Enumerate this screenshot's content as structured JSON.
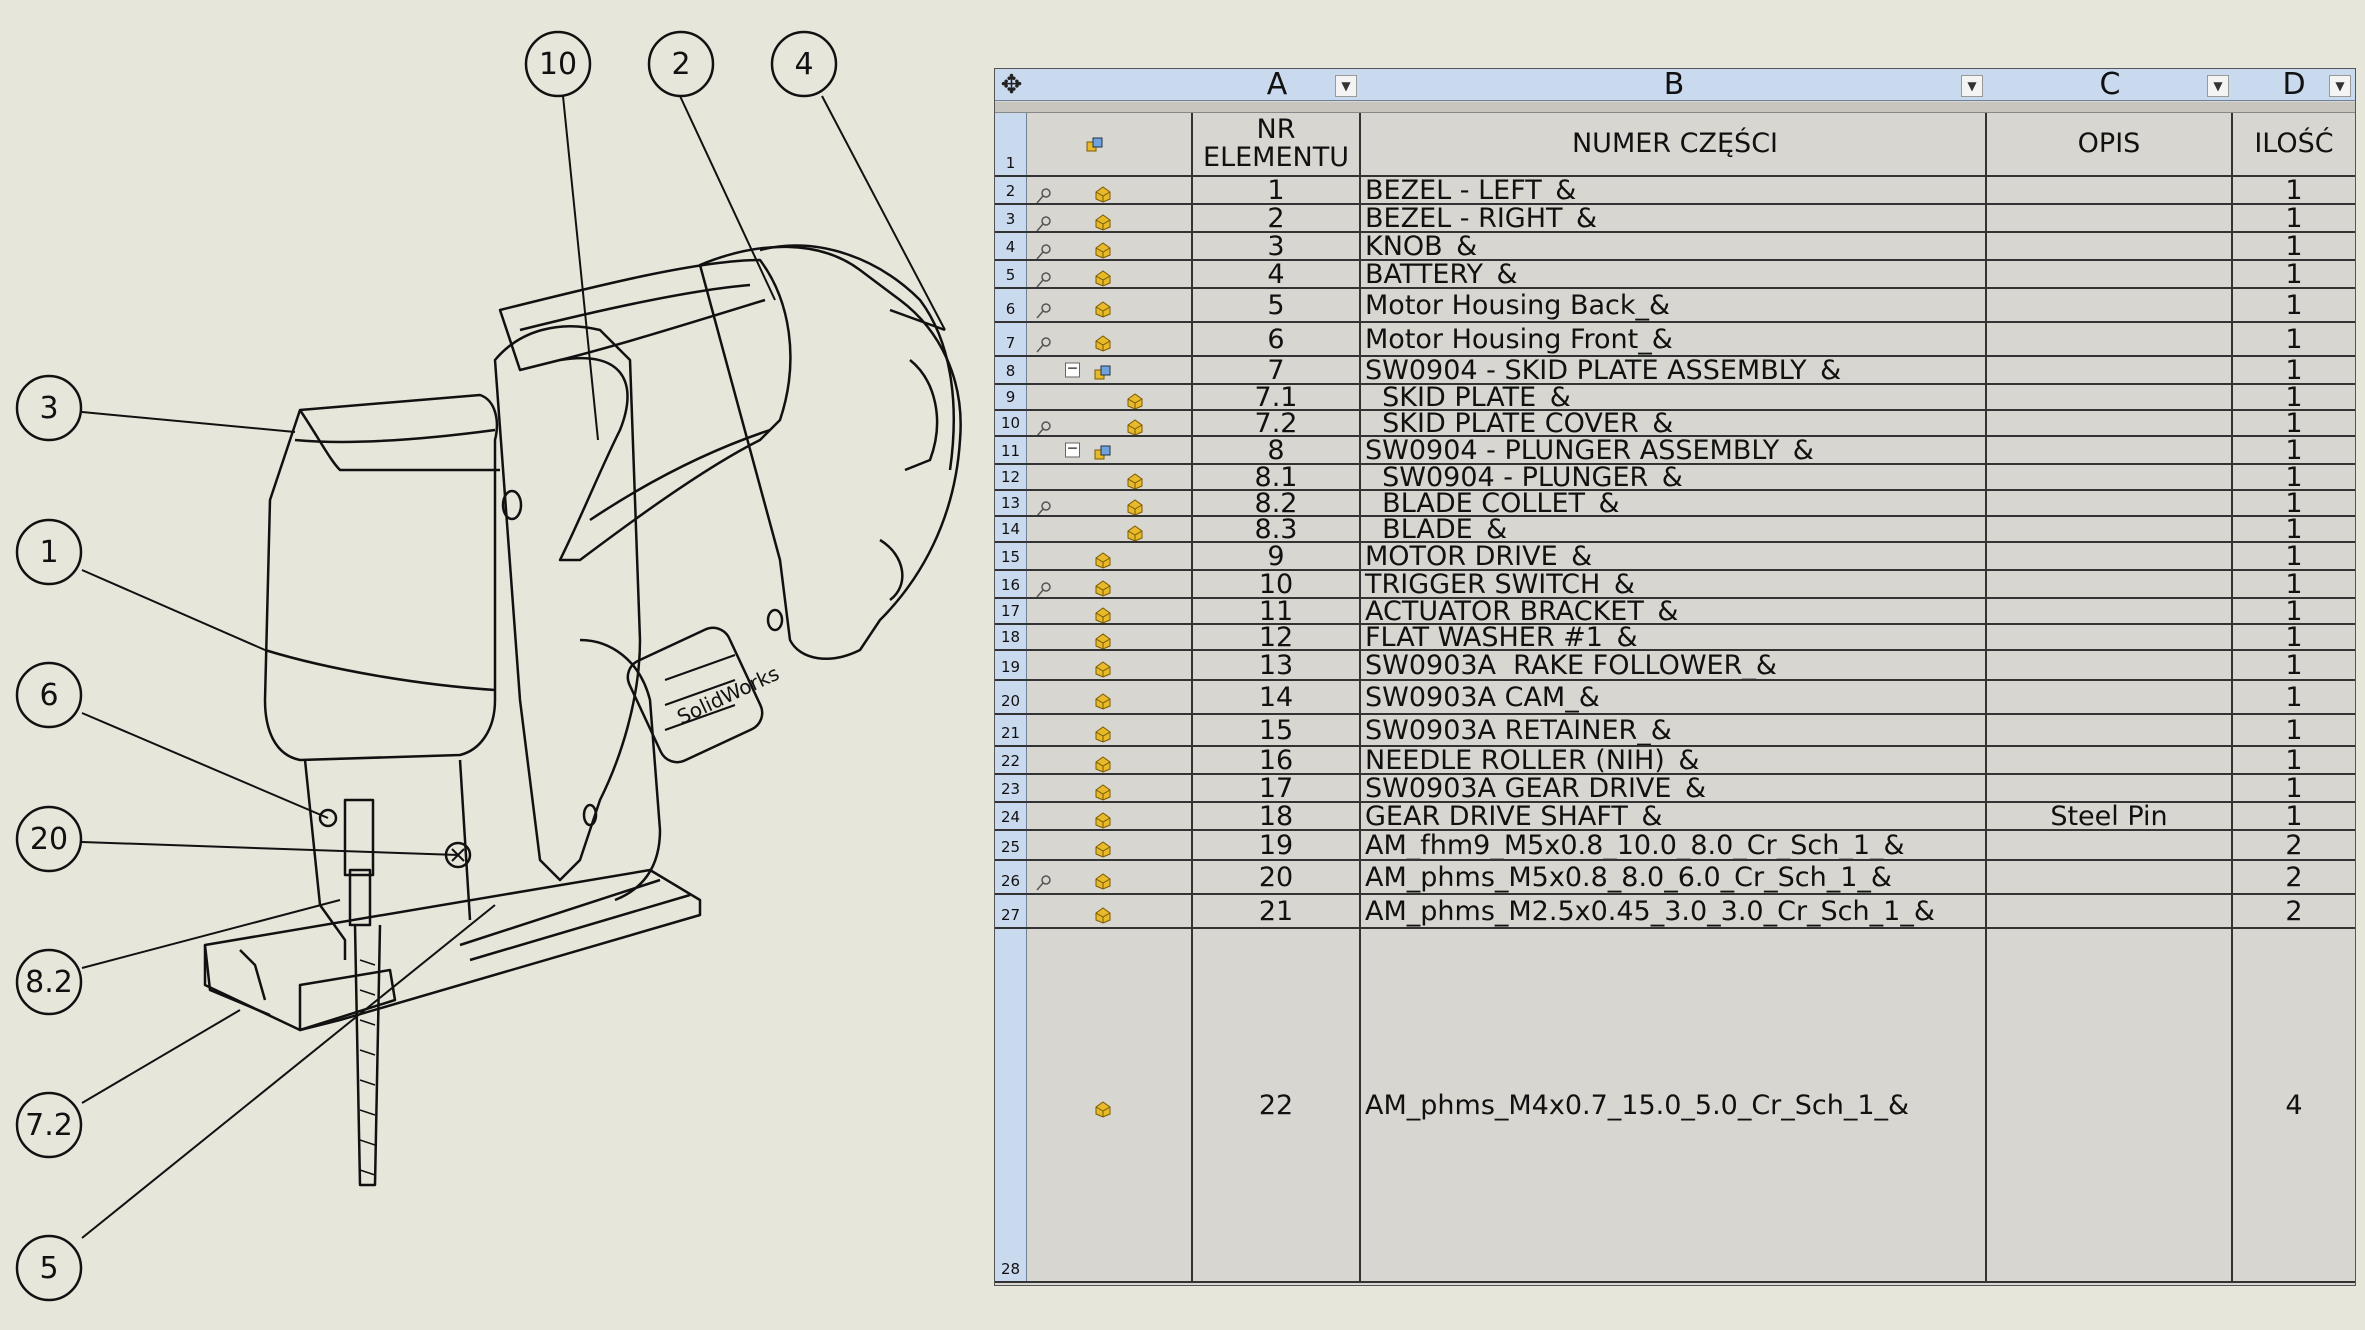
{
  "callouts": [
    "10",
    "2",
    "4",
    "3",
    "1",
    "6",
    "20",
    "8.2",
    "7.2",
    "5"
  ],
  "engraving": "SolidWorks",
  "bom": {
    "columns": [
      "A",
      "B",
      "C",
      "D"
    ],
    "headers": {
      "a": "NR\nELEMENTU",
      "b": "NUMER CZĘŚCI",
      "c": "OPIS",
      "d": "ILOŚĆ"
    },
    "header_row_num": "1",
    "rows": [
      {
        "n": "2",
        "pin": true,
        "level": 0,
        "a": "1",
        "b": "BEZEL - LEFT_&",
        "c": "",
        "d": "1"
      },
      {
        "n": "3",
        "pin": true,
        "level": 0,
        "a": "2",
        "b": "BEZEL - RIGHT_&",
        "c": "",
        "d": "1"
      },
      {
        "n": "4",
        "pin": true,
        "level": 0,
        "a": "3",
        "b": "KNOB_&",
        "c": "",
        "d": "1"
      },
      {
        "n": "5",
        "pin": true,
        "level": 0,
        "a": "4",
        "b": "BATTERY_&",
        "c": "",
        "d": "1"
      },
      {
        "n": "6",
        "pin": true,
        "level": 0,
        "a": "5",
        "b": "Motor Housing Back_&",
        "c": "",
        "d": "1"
      },
      {
        "n": "7",
        "pin": true,
        "level": 0,
        "a": "6",
        "b": "Motor Housing Front_&",
        "c": "",
        "d": "1"
      },
      {
        "n": "8",
        "pin": false,
        "level": 0,
        "assy": true,
        "a": "7",
        "b": "SW0904 - SKID PLATE ASSEMBLY_&",
        "c": "",
        "d": "1"
      },
      {
        "n": "9",
        "pin": false,
        "level": 1,
        "a": "7.1",
        "b": "  SKID PLATE_&",
        "c": "",
        "d": "1"
      },
      {
        "n": "10",
        "pin": true,
        "level": 1,
        "a": "7.2",
        "b": "  SKID PLATE COVER_&",
        "c": "",
        "d": "1"
      },
      {
        "n": "11",
        "pin": false,
        "level": 0,
        "assy": true,
        "a": "8",
        "b": "SW0904 - PLUNGER ASSEMBLY_&",
        "c": "",
        "d": "1"
      },
      {
        "n": "12",
        "pin": false,
        "level": 1,
        "a": "8.1",
        "b": "  SW0904 - PLUNGER_&",
        "c": "",
        "d": "1"
      },
      {
        "n": "13",
        "pin": true,
        "level": 1,
        "a": "8.2",
        "b": "  BLADE COLLET_&",
        "c": "",
        "d": "1"
      },
      {
        "n": "14",
        "pin": false,
        "level": 1,
        "a": "8.3",
        "b": "  BLADE_&",
        "c": "",
        "d": "1"
      },
      {
        "n": "15",
        "pin": false,
        "level": 0,
        "a": "9",
        "b": "MOTOR DRIVE_&",
        "c": "",
        "d": "1"
      },
      {
        "n": "16",
        "pin": true,
        "level": 0,
        "a": "10",
        "b": "TRIGGER SWITCH_&",
        "c": "",
        "d": "1"
      },
      {
        "n": "17",
        "pin": false,
        "level": 0,
        "a": "11",
        "b": "ACTUATOR BRACKET_&",
        "c": "",
        "d": "1"
      },
      {
        "n": "18",
        "pin": false,
        "level": 0,
        "a": "12",
        "b": "FLAT WASHER #1_&",
        "c": "",
        "d": "1"
      },
      {
        "n": "19",
        "pin": false,
        "level": 0,
        "a": "13",
        "b": "SW0903A  RAKE FOLLOWER_&",
        "c": "",
        "d": "1"
      },
      {
        "n": "20",
        "pin": false,
        "level": 0,
        "a": "14",
        "b": "SW0903A CAM_&",
        "c": "",
        "d": "1"
      },
      {
        "n": "21",
        "pin": false,
        "level": 0,
        "a": "15",
        "b": "SW0903A RETAINER_&",
        "c": "",
        "d": "1"
      },
      {
        "n": "22",
        "pin": false,
        "level": 0,
        "a": "16",
        "b": "NEEDLE ROLLER (NIH)_&",
        "c": "",
        "d": "1"
      },
      {
        "n": "23",
        "pin": false,
        "level": 0,
        "a": "17",
        "b": "SW0903A GEAR DRIVE_&",
        "c": "",
        "d": "1"
      },
      {
        "n": "24",
        "pin": false,
        "level": 0,
        "a": "18",
        "b": "GEAR DRIVE SHAFT_&",
        "c": "Steel Pin",
        "d": "1"
      },
      {
        "n": "25",
        "pin": false,
        "level": 0,
        "a": "19",
        "b": "AM_fhm9_M5x0.8_10.0_8.0_Cr_Sch_1_&",
        "c": "",
        "d": "2"
      },
      {
        "n": "26",
        "pin": true,
        "level": 0,
        "a": "20",
        "b": "AM_phms_M5x0.8_8.0_6.0_Cr_Sch_1_&",
        "c": "",
        "d": "2"
      },
      {
        "n": "27",
        "pin": false,
        "level": 0,
        "a": "21",
        "b": "AM_phms_M2.5x0.45_3.0_3.0_Cr_Sch_1_&",
        "c": "",
        "d": "2"
      },
      {
        "n": "28",
        "pin": false,
        "level": 0,
        "a": "22",
        "b": "AM_phms_M4x0.7_15.0_5.0_Cr_Sch_1_&",
        "c": "",
        "d": "4"
      }
    ]
  },
  "colors": {
    "header_blue": "#c9d9ee",
    "table_bg": "#d8d6d0",
    "page_bg": "#e7e6da",
    "part_icon": "#e8b92a"
  }
}
